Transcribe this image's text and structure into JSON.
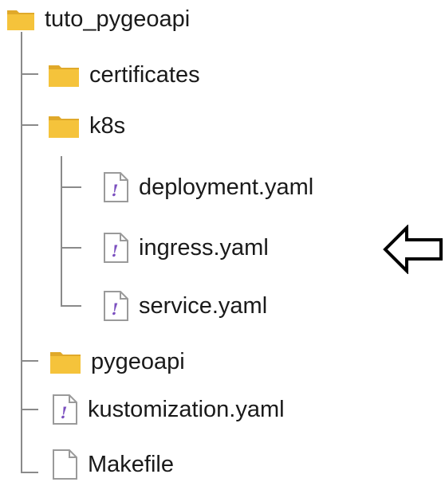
{
  "tree": {
    "root": {
      "label": "tuto_pygeoapi",
      "icon": "folder-icon"
    },
    "children": [
      {
        "label": "certificates",
        "icon": "folder-icon"
      },
      {
        "label": "k8s",
        "icon": "folder-icon",
        "children": [
          {
            "label": "deployment.yaml",
            "icon": "yaml-file-icon"
          },
          {
            "label": "ingress.yaml",
            "icon": "yaml-file-icon"
          },
          {
            "label": "service.yaml",
            "icon": "yaml-file-icon"
          }
        ]
      },
      {
        "label": "pygeoapi",
        "icon": "folder-icon"
      },
      {
        "label": "kustomization.yaml",
        "icon": "yaml-file-icon"
      },
      {
        "label": "Makefile",
        "icon": "file-icon"
      }
    ]
  },
  "colors": {
    "folder": "#f5c33b",
    "folder_dark": "#e0a92a",
    "tree_line": "#8a8a8a",
    "yaml_mark": "#7b4fbf"
  },
  "annotation": {
    "icon": "left-arrow-icon"
  }
}
